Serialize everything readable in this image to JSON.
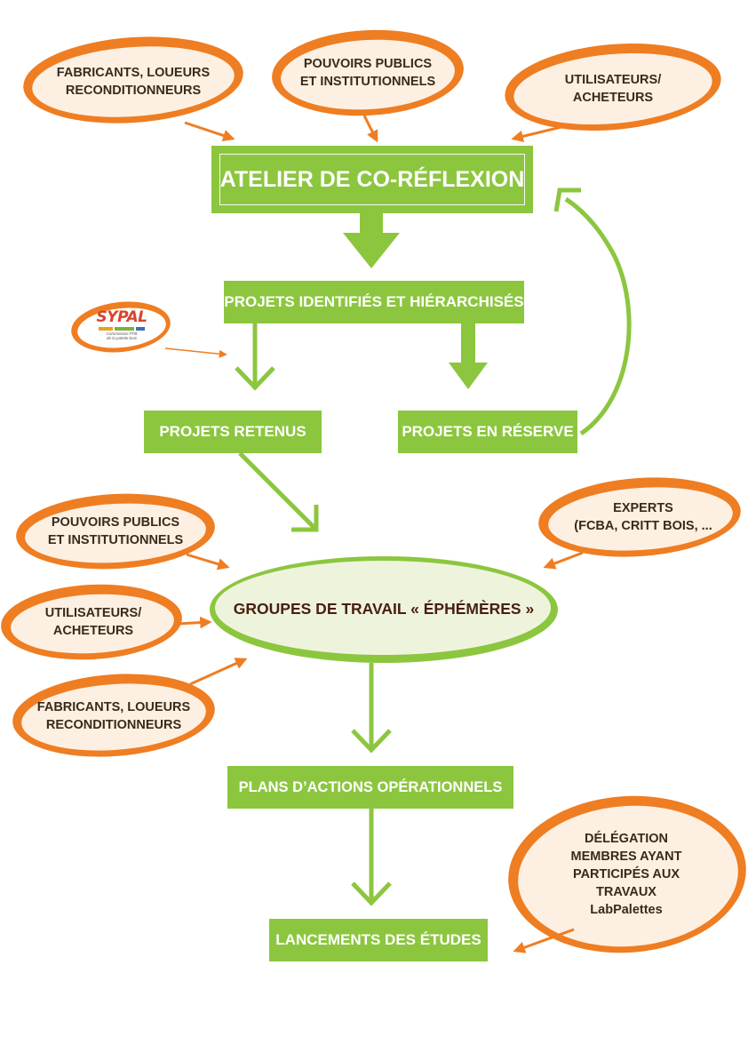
{
  "colors": {
    "green": "#8cc63f",
    "orange": "#ef7d22",
    "bubble_fill": "#fdf0e2",
    "ellipse_fill": "#eef4dc",
    "dark_brown": "#4a1e10"
  },
  "stakeholders_top": {
    "fabricants": [
      "FABRICANTS, LOUEURS",
      "RECONDITIONNEURS"
    ],
    "pouvoirs": [
      "POUVOIRS PUBLICS",
      "ET INSTITUTIONNELS"
    ],
    "utilisateurs": [
      "UTILISATEURS/",
      "ACHETEURS"
    ]
  },
  "steps": {
    "atelier": "ATELIER DE CO-RÉFLEXION",
    "projets_identifies": "PROJETS IDENTIFIÉS ET HIÉRARCHISÉS",
    "projets_retenus": "PROJETS RETENUS",
    "projets_reserve": "PROJETS EN RÉSERVE",
    "groupes": "GROUPES DE TRAVAIL « ÉPHÉMÈRES »",
    "plans": "PLANS D’ACTIONS OPÉRATIONNELS",
    "lancements": "LANCEMENTS DES ÉTUDES"
  },
  "sypal_logo": {
    "word": "SYPAL",
    "tagline": [
      "Commission FFB",
      "de la palette bois"
    ]
  },
  "stakeholders_groups": {
    "pouvoirs": [
      "POUVOIRS PUBLICS",
      "ET INSTITUTIONNELS"
    ],
    "utilisateurs": [
      "UTILISATEURS/",
      "ACHETEURS"
    ],
    "fabricants": [
      "FABRICANTS, LOUEURS",
      "RECONDITIONNEURS"
    ],
    "experts": [
      "EXPERTS",
      "(FCBA, CRITT BOIS, ..."
    ]
  },
  "delegation": [
    "DÉLÉGATION",
    "MEMBRES AYANT",
    "PARTICIPÉS AUX",
    "TRAVAUX",
    "LabPalettes"
  ]
}
